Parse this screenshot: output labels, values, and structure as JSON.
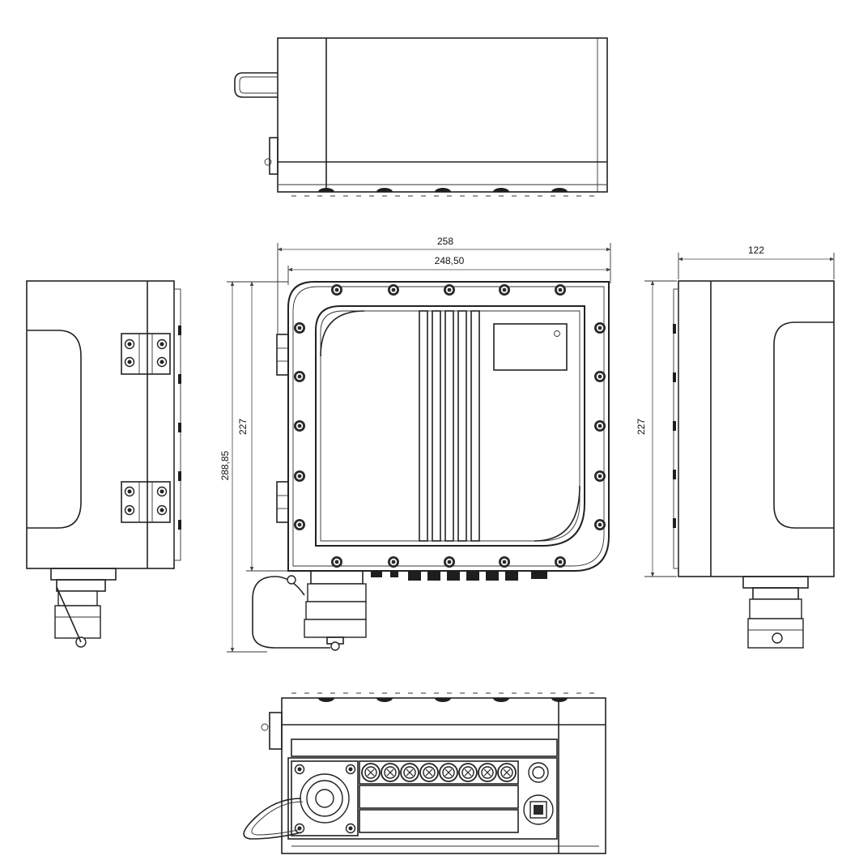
{
  "dimensions": {
    "overall_width": "258",
    "inner_width": "248,50",
    "overall_height": "288,85",
    "body_height": "227",
    "side_height": "227",
    "depth": "122"
  },
  "colors": {
    "line": "#222222",
    "background": "#ffffff"
  }
}
